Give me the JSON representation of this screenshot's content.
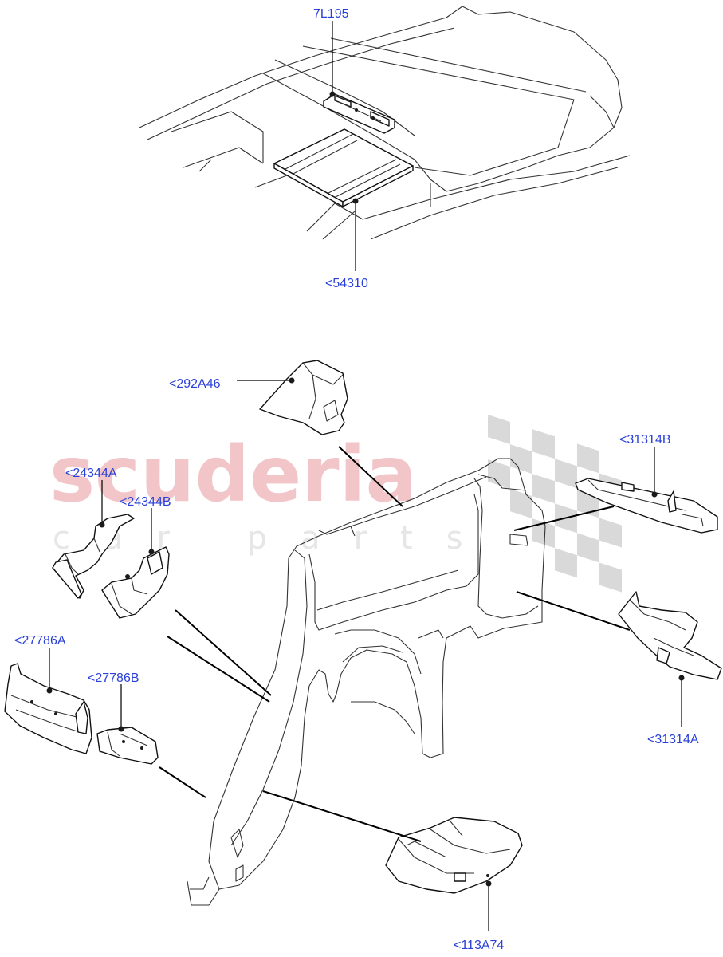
{
  "watermark": {
    "brand": "scuderia",
    "tagline": "car parts"
  },
  "callouts": [
    {
      "id": "c1",
      "text": "7L195"
    },
    {
      "id": "c2",
      "text": "<54310"
    },
    {
      "id": "c3",
      "text": "<292A46"
    },
    {
      "id": "c4",
      "text": "<31314B"
    },
    {
      "id": "c5",
      "text": "<24344A"
    },
    {
      "id": "c6",
      "text": "<24344B"
    },
    {
      "id": "c7",
      "text": "<27786A"
    },
    {
      "id": "c8",
      "text": "<27786B"
    },
    {
      "id": "c9",
      "text": "<31314A"
    },
    {
      "id": "c10",
      "text": "<113A74"
    }
  ],
  "colors": {
    "label": "#2a40d8",
    "watermark": "#f2c6c8",
    "checker": "#d9d9d9"
  }
}
